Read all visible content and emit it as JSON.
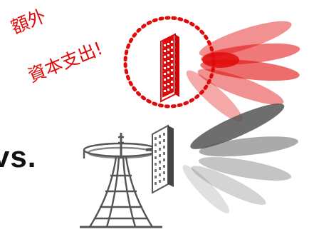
{
  "callout": {
    "line1": "額外",
    "line2": "資本支出!"
  },
  "comparison": {
    "label": "vs."
  },
  "icons": {
    "highlighted": "antenna-panel-icon",
    "tower": "cell-tower-icon",
    "beams": "radiation-beam-icon"
  },
  "colors": {
    "accent": "#e10a0a",
    "neutral": "#555555",
    "text": "#111111"
  }
}
